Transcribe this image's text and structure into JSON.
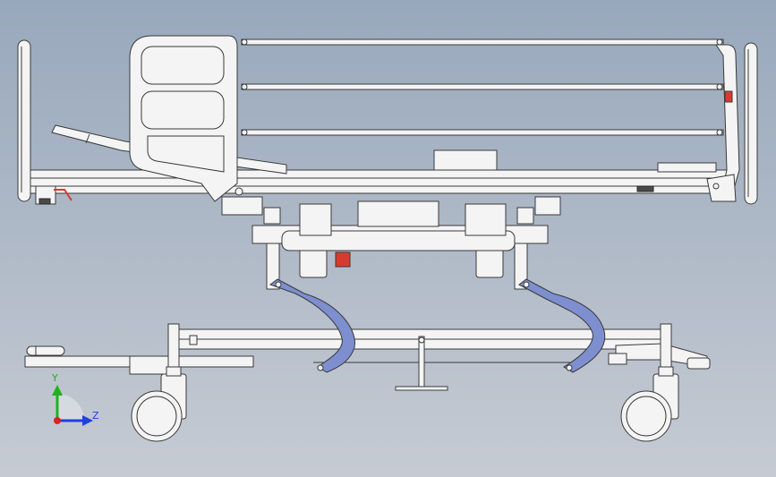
{
  "viewport": {
    "background_top": "#98a8bc",
    "background_bottom": "#c6cbd3"
  },
  "colors": {
    "line": "#3a3a3a",
    "part_fill": "#f4f4f4",
    "blue_arm": "#7e8fd0",
    "red_part": "#d93a30",
    "axis_x": "#e02020",
    "axis_y": "#20b020",
    "axis_z": "#2040e0"
  },
  "triad": {
    "y_label": "Y",
    "z_label": "Z",
    "icon": "coordinate-triad-icon"
  },
  "model": {
    "subject": "hospital-bed-side-view",
    "icons": [
      "caster-wheel-icon",
      "side-rail-icon",
      "lift-arm-icon",
      "foot-pedal-icon"
    ]
  }
}
